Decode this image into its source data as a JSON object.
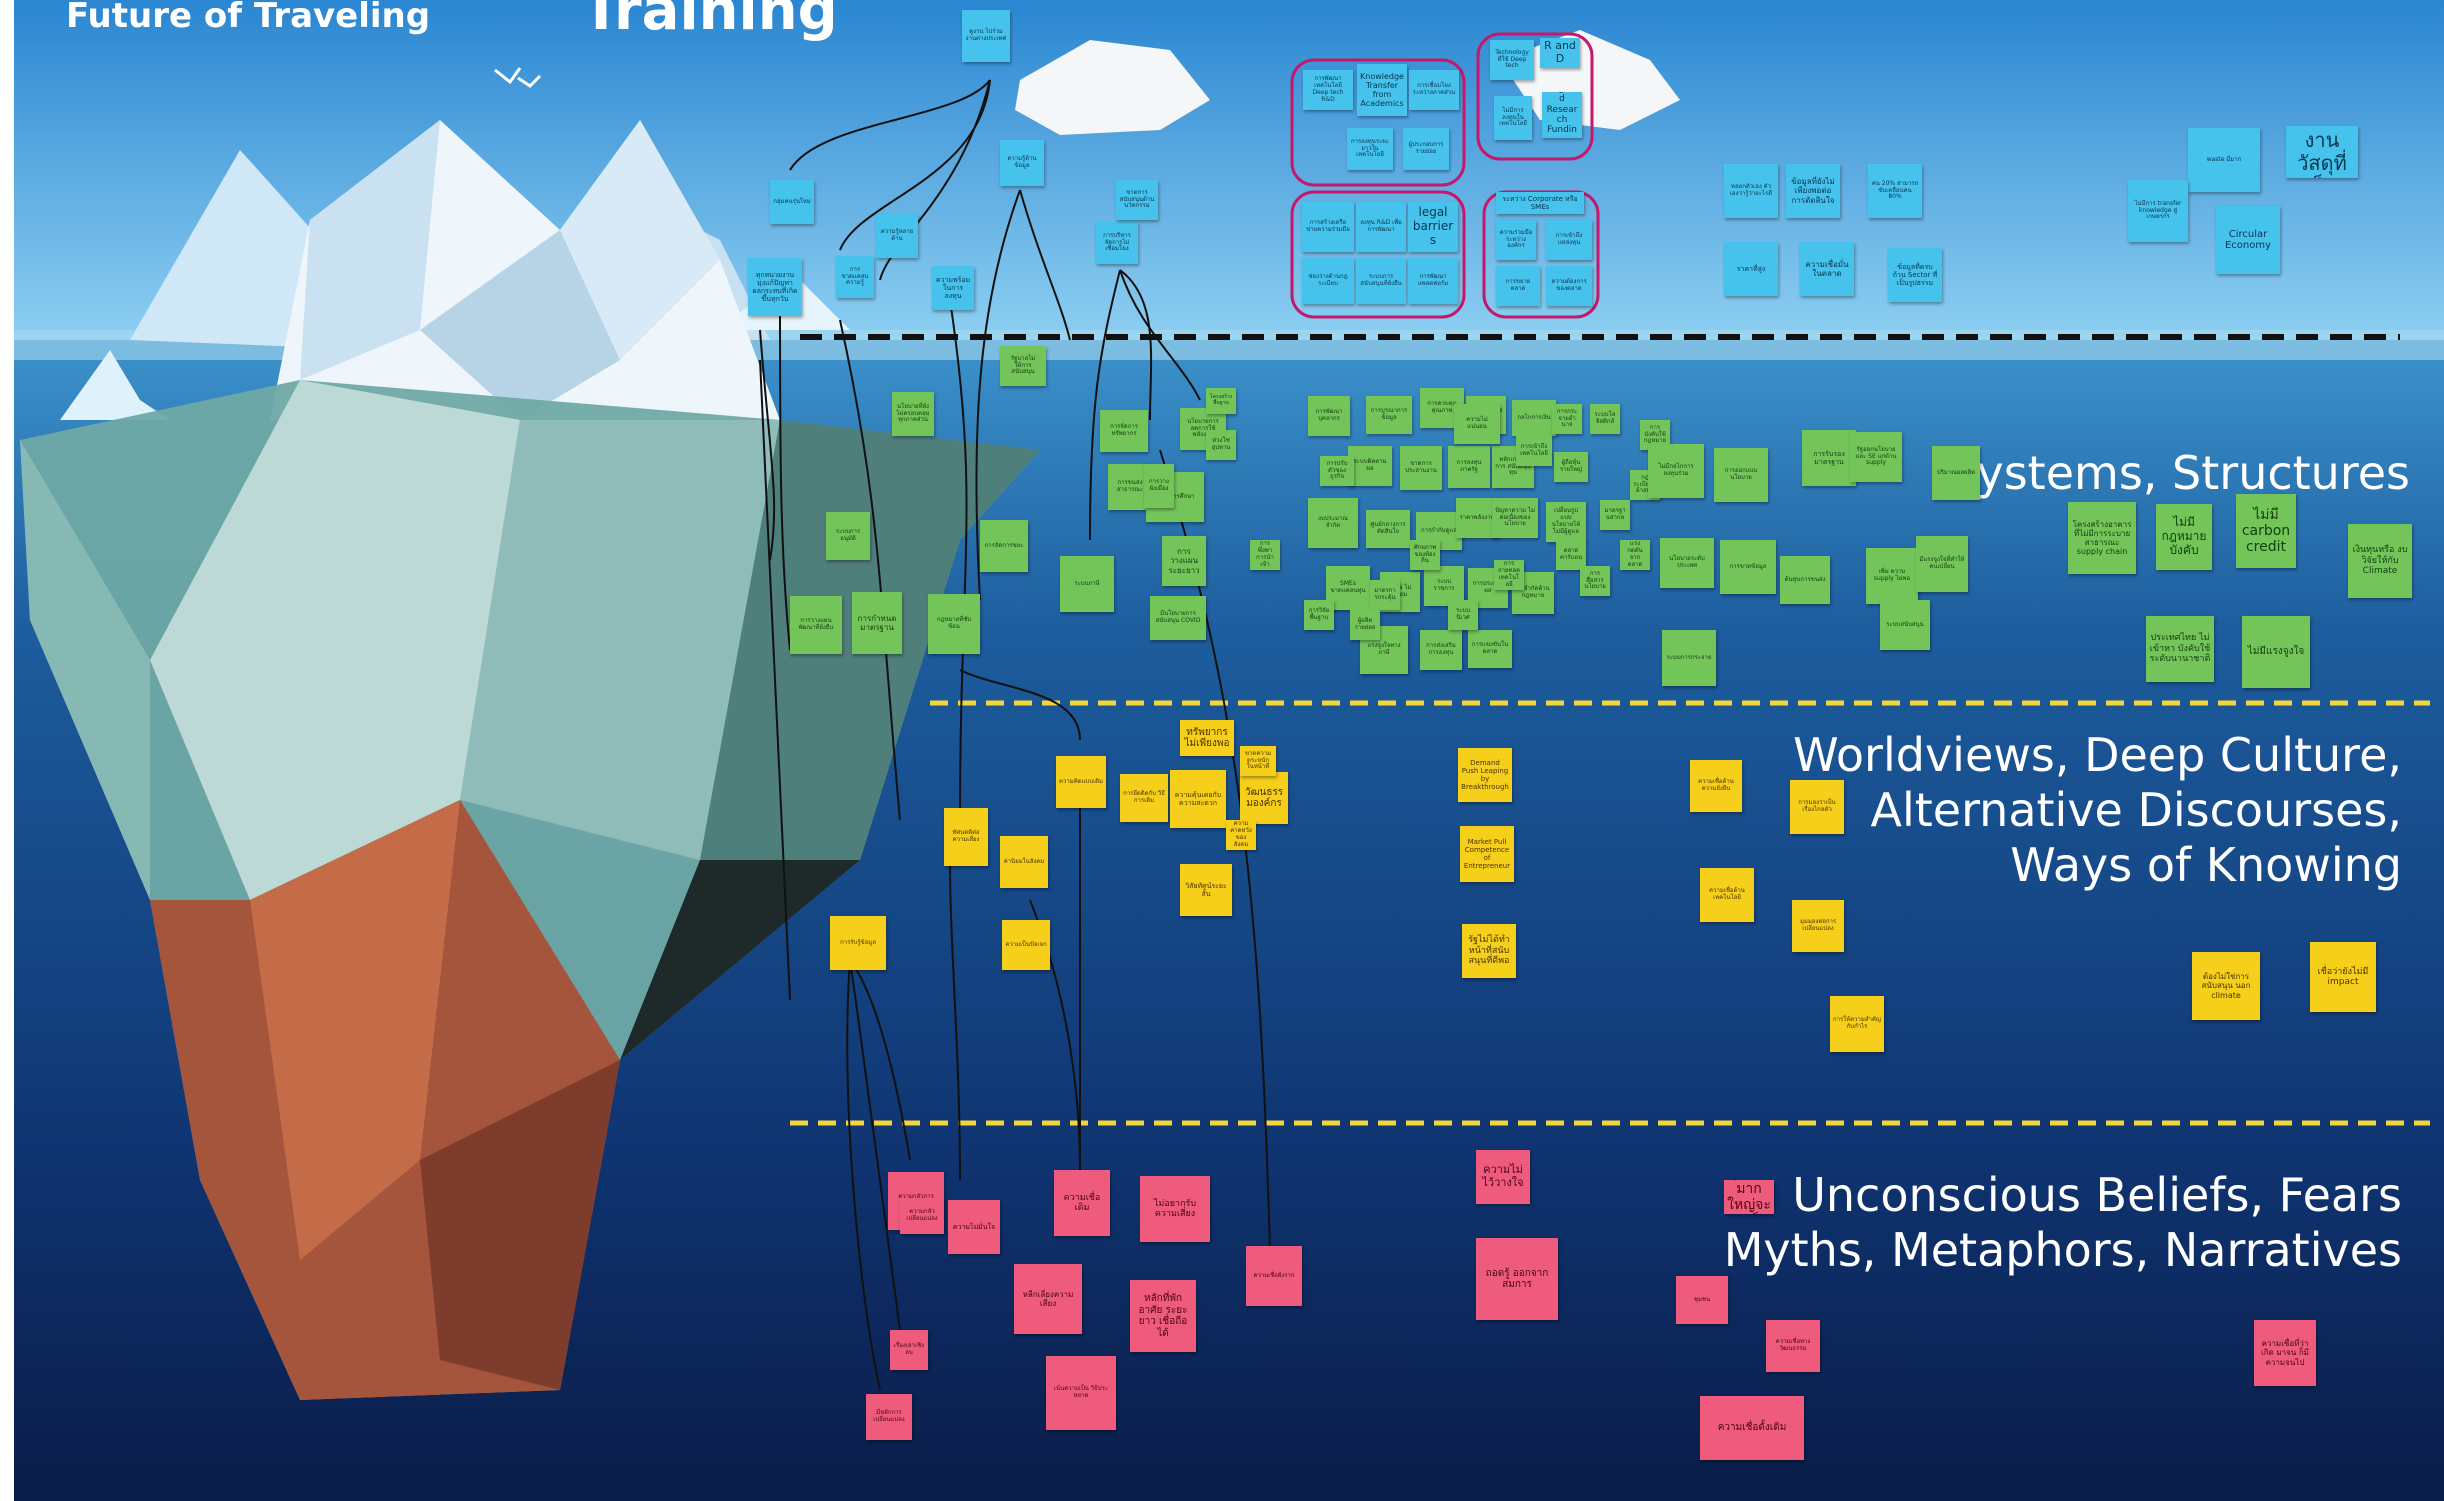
{
  "titles": {
    "top_left": "Future of Traveling",
    "top_center": "Training"
  },
  "layer_labels": {
    "systems": "Systems, Structures",
    "worldviews": [
      "Worldviews, Deep Culture,",
      "Alternative Discourses,",
      "Ways of Knowing"
    ],
    "unconscious": [
      "Unconscious Beliefs, Fears",
      "Myths, Metaphors, Narratives"
    ]
  },
  "colors": {
    "sky": "#2e8fd6",
    "deep_sea": "#0b2250",
    "blue_note": "#45c3ec",
    "green_note": "#73c55a",
    "yellow_note": "#f6cf1b",
    "pink_note": "#ef5b7c",
    "cluster_outline": "#c4186a"
  },
  "notes": {
    "blue": [
      {
        "text": "ดูงาน ไปร่วมงานต่างประเทศ"
      },
      {
        "text": "ความรู้ด้านข้อมูล"
      },
      {
        "text": "กลุ่มคนรุ่นใหม่"
      },
      {
        "text": "ทุกหน่วยงาน มุ่งแก้ปัญหา ผลกระทบที่เกิดขึ้นทุกวัน"
      },
      {
        "text": "ความรู้หลายด้าน"
      },
      {
        "text": "การขาดแคลนความรู้"
      },
      {
        "text": "ความพร้อมในการลงทุน"
      },
      {
        "text": "การบริหาร จัดการไม่ เชื่อมโยง"
      },
      {
        "text": "ขาดการสนับสนุนด้านนวัตกรรม"
      },
      {
        "text": "การพัฒนาเทคโนโลยี Deep tech R&D"
      },
      {
        "text": "Knowledge Transfer from Academics"
      },
      {
        "text": "การเชื่อมโยงระหว่างภาคส่วน"
      },
      {
        "text": "การลงทุนระยะยาวในเทคโนโลยี"
      },
      {
        "text": "ผู้ประกอบการรายย่อย"
      },
      {
        "text": "Technology ที่ใช้ Deep tech"
      },
      {
        "text": "R and D"
      },
      {
        "text": "ไม่มีการลงทุนในเทคโนโลยี"
      },
      {
        "text": "Targeted Research Funding"
      },
      {
        "text": "การสร้างเครือข่ายความร่วมมือ"
      },
      {
        "text": "ลงทุน R&D เพื่อการพัฒนา"
      },
      {
        "text": "legal barriers"
      },
      {
        "text": "ช่องว่างด้านกฎระเบียบ"
      },
      {
        "text": "ระบบการสนับสนุนที่ยั่งยืน"
      },
      {
        "text": "การพัฒนาแพลตฟอร์ม"
      },
      {
        "text": "ระหว่าง Corporate หรือ SMEs"
      },
      {
        "text": "ความร่วมมือระหว่างองค์กร"
      },
      {
        "text": "การเข้าถึงแหล่งทุน"
      },
      {
        "text": "การขยายตลาด"
      },
      {
        "text": "ความต้องการของตลาด"
      },
      {
        "text": "หลอกตัวเอง ตัวเองว่ารู้ว่าอะไรดี"
      },
      {
        "text": "ข้อมูลที่ยังไม่เพียงพอต่อการตัดสินใจ"
      },
      {
        "text": "คน 20% สามารถขับเคลื่อนคน 80%"
      },
      {
        "text": "ราคาที่สูง"
      },
      {
        "text": "ความเชื่อมั่นในตลาด"
      },
      {
        "text": "ข้อมูลที่ครบถ้วน Sector ที่เป็นรูปธรรม"
      },
      {
        "text": "waste มีมาก"
      },
      {
        "text": "ต้นทุนการใช้งานวัสดุที่เป็นมิตร"
      },
      {
        "text": "ไม่มีการ transfer knowledge สู่เกษตรกร"
      },
      {
        "text": "Circular Economy"
      }
    ],
    "green": [
      {
        "text": "รัฐบาลไม่ให้การสนับสนุน"
      },
      {
        "text": "นโยบายที่ยังไม่ครอบคลุมทุกภาคส่วน"
      },
      {
        "text": "การจัดการทรัพยากร"
      },
      {
        "text": "นโยบายการ ลดการใช้พลังงาน"
      },
      {
        "text": "โครงสร้างพื้นฐาน"
      },
      {
        "text": "การขนส่งสาธารณะ"
      },
      {
        "text": "ระบบการศึกษา"
      },
      {
        "text": "การวางแผนระยะยาว"
      },
      {
        "text": "มีนโยบายการ สนับสนุน COVID"
      },
      {
        "text": "ระบบการอนุมัติ"
      },
      {
        "text": "การวางแผนพัฒนาที่ยั่งยืน"
      },
      {
        "text": "การกำหนดมาตรฐาน"
      },
      {
        "text": "กฎหมายที่ซับซ้อน"
      },
      {
        "text": "การจัดการขยะ"
      },
      {
        "text": "ระบบภาษี"
      },
      {
        "text": "การวางผังเมือง"
      },
      {
        "text": "การพัฒนาบุคลากร"
      },
      {
        "text": "การบูรณาการข้อมูล"
      },
      {
        "text": "การควบคุมคุณภาพ"
      },
      {
        "text": "ความร่วมมือภาครัฐ"
      },
      {
        "text": "กลไกการเงิน"
      },
      {
        "text": "ระบบติดตามผล"
      },
      {
        "text": "ขาดการประสานงาน"
      },
      {
        "text": "การลงทุนภาครัฐ"
      },
      {
        "text": "หลักเกณฑ์การ สนับสนุนทุน"
      },
      {
        "text": "งบประมาณจำกัด"
      },
      {
        "text": "ศูนย์กลางการตัดสินใจ"
      },
      {
        "text": "การกำกับดูแล"
      },
      {
        "text": "ราคาพลังงาน"
      },
      {
        "text": "ปัญหาความ ไม่ต่อเนื่องของ นโยบาย"
      },
      {
        "text": "เปลี่ยนรูปแบบ นโยบายได้ ไม่มีผู้ดูแล"
      },
      {
        "text": "SMEs ขาดแคลนทุน"
      },
      {
        "text": "Infra ไม่พร้อม"
      },
      {
        "text": "ระบบราชการ"
      },
      {
        "text": "การประเมินผล"
      },
      {
        "text": "ข้อจำกัดด้านกฎหมาย"
      },
      {
        "text": "แรงจูงใจทางภาษี"
      },
      {
        "text": "การส่งเสริมการลงทุน"
      },
      {
        "text": "การแข่งขันในตลาด"
      },
      {
        "text": "ความไม่แน่นอน"
      },
      {
        "text": "การเข้าถึงเทคโนโลยี"
      },
      {
        "text": "ผู้ถือหุ้นรายใหญ่"
      },
      {
        "text": "การปรับตัวของธุรกิจ"
      },
      {
        "text": "มาตรการกระตุ้น"
      },
      {
        "text": "ระบบนิเวศ"
      },
      {
        "text": "การถ่ายทอดเทคโนโลยี"
      },
      {
        "text": "ศักยภาพของท้องถิ่น"
      },
      {
        "text": "การวิจัยพื้นฐาน"
      },
      {
        "text": "การพึ่งพาการนำเข้า"
      },
      {
        "text": "ผู้ผลิตรายย่อย"
      },
      {
        "text": "ห่วงโซ่อุปทาน"
      },
      {
        "text": "การกระจายอำนาจ"
      },
      {
        "text": "ระบบโลจิสติกส์"
      },
      {
        "text": "ตลาดคาร์บอน"
      },
      {
        "text": "มาตรฐานสากล"
      },
      {
        "text": "การสื่อสารนโยบาย"
      },
      {
        "text": "แรงกดดันจากตลาด"
      },
      {
        "text": "กฎระเบียบที่ล้าสมัย"
      },
      {
        "text": "การบังคับใช้กฎหมาย"
      },
      {
        "text": "การรับรองมาตรฐาน"
      },
      {
        "text": "รัฐออกนโยบายและ SE แก่ด้าน supply"
      },
      {
        "text": "ไม่มีกลไกการ ลงทุนร่วม"
      },
      {
        "text": "การออกแบบนโยบาย"
      },
      {
        "text": "นโยบายระดับประเทศ"
      },
      {
        "text": "การขาดข้อมูล"
      },
      {
        "text": "ต้นทุนการขนส่ง"
      },
      {
        "text": "เพิ่ม ความ supply ไม่พอ"
      },
      {
        "text": "ปริมาณผลผลิต"
      },
      {
        "text": "มีแรงจูงใจที่ทำให้คนเปลี่ยน"
      },
      {
        "text": "ระบบสนับสนุน"
      },
      {
        "text": "ระบบการกระจาย"
      },
      {
        "text": "โครงสร้างอาคาร ที่ไม่มีการระบาย สาธารณะ supply chain"
      },
      {
        "text": "ไม่มีกฎหมาย บังคับ"
      },
      {
        "text": "ไม่มี carbon credit"
      },
      {
        "text": "เงินทุนหรือ งบวิจัยให้กับ Climate"
      },
      {
        "text": "ประเทศไทย ไม่เข้าหา บังคับใช้ ระดับนานาชาติ"
      },
      {
        "text": "ไม่มีแรงจูงใจ"
      }
    ],
    "yellow": [
      {
        "text": "ทรัพยากร ไม่เพียงพอ"
      },
      {
        "text": "ความคิดแบบเดิม"
      },
      {
        "text": "การยึดติดกับ วิธีการเดิม"
      },
      {
        "text": "ความคุ้นเคยกับ ความสะดวก"
      },
      {
        "text": "วัฒนธรรมองค์กร"
      },
      {
        "text": "ขาดความ ตระหนัก ในหน้าที่"
      },
      {
        "text": "ค่านิยมในสังคม"
      },
      {
        "text": "ทัศนคติต่อความเสี่ยง"
      },
      {
        "text": "วิสัยทัศน์ระยะสั้น"
      },
      {
        "text": "ความเชื่อด้าน ความยั่งยืน"
      },
      {
        "text": "การมองว่าเป็นเรื่องไกลตัว"
      },
      {
        "text": "Demand Push Leaping by Breakthrough"
      },
      {
        "text": "Market Pull Competence of Entrepreneur"
      },
      {
        "text": "รัฐไม่ได้ทำ หน้าที่สนับ สนุนที่ดีพอ"
      },
      {
        "text": "การให้ความสำคัญกับกำไร"
      },
      {
        "text": "ความเชื่อด้านเทคโนโลยี"
      },
      {
        "text": "มุมมองต่อการเปลี่ยนแปลง"
      },
      {
        "text": "ความคาดหวังของสังคม"
      },
      {
        "text": "การรับรู้ข้อมูล"
      },
      {
        "text": "ความเป็นปัจเจก"
      },
      {
        "text": "ต้องไม่ใช่การ สนับสนุน นอก climate"
      },
      {
        "text": "เชื่อว่ายังไม่มี impact"
      }
    ],
    "pink": [
      {
        "text": "ความกลัวการเปลี่ยนแปลง"
      },
      {
        "text": "ความกลัว เปลี่ยนแปลง"
      },
      {
        "text": "ความไม่มั่นใจ"
      },
      {
        "text": "ความเชื่อเดิม"
      },
      {
        "text": "ไม่อยากรับความเสี่ยง"
      },
      {
        "text": "หลีกเลี่ยงความเสี่ยง"
      },
      {
        "text": "หลักที่พักอาศัย ระยะยาว เชื่อถือได้"
      },
      {
        "text": "เน้นความเป็น วิธีประหยาด"
      },
      {
        "text": "ความเชื่อฝังราก"
      },
      {
        "text": "เรื่องเล่าเชิงลบ"
      },
      {
        "text": "มีหลักการ เปลี่ยนแปลง"
      },
      {
        "text": "ความไม่ไว้วางใจ"
      },
      {
        "text": "ถอดรู้ ออกจาก สมการ"
      },
      {
        "text": "ไม่รู้ว่าความ รุนแรงมาก ใหญ่จะมาเร็ว แค่ไหน"
      },
      {
        "text": "ชุมชน"
      },
      {
        "text": "ความเชื่อทางวัฒนธรรม"
      },
      {
        "text": "ความเชื่อดั้งเดิม"
      },
      {
        "text": "ความเชื่อที่ว่าเกิด มาจน ก็มีความจนไป"
      },
      {
        "text": "ผลกระทบ ระยะยาว"
      }
    ]
  }
}
